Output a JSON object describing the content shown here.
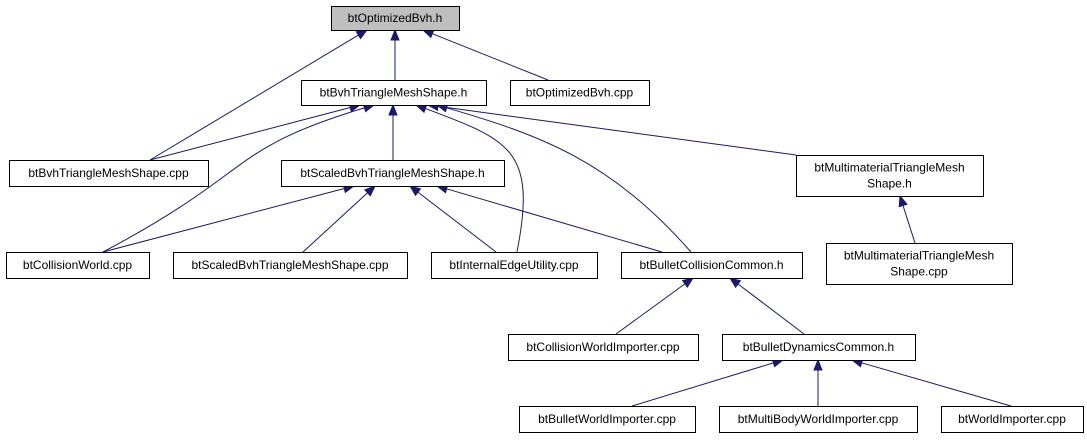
{
  "diagram": {
    "nodes": {
      "root": [
        "btOptimizedBvh.h"
      ],
      "bvh_h": [
        "btBvhTriangleMeshShape.h"
      ],
      "opt_cpp": [
        "btOptimizedBvh.cpp"
      ],
      "bvh_cpp": [
        "btBvhTriangleMeshShape.cpp"
      ],
      "scaled_h": [
        "btScaledBvhTriangleMeshShape.h"
      ],
      "multi_h": [
        "btMultimaterialTriangleMesh",
        "Shape.h"
      ],
      "cw_cpp": [
        "btCollisionWorld.cpp"
      ],
      "scaled_cpp": [
        "btScaledBvhTriangleMeshShape.cpp"
      ],
      "iedge_cpp": [
        "btInternalEdgeUtility.cpp"
      ],
      "bcc_h": [
        "btBulletCollisionCommon.h"
      ],
      "multi_cpp": [
        "btMultimaterialTriangleMesh",
        "Shape.cpp"
      ],
      "cwi_cpp": [
        "btCollisionWorldImporter.cpp"
      ],
      "bdc_h": [
        "btBulletDynamicsCommon.h"
      ],
      "bwi_cpp": [
        "btBulletWorldImporter.cpp"
      ],
      "mbwi_cpp": [
        "btMultiBodyWorldImporter.cpp"
      ],
      "wi_cpp": [
        "btWorldImporter.cpp"
      ]
    },
    "edges": [
      [
        "bvh_h",
        "root"
      ],
      [
        "opt_cpp",
        "root"
      ],
      [
        "bvh_cpp",
        "root"
      ],
      [
        "bvh_cpp",
        "bvh_h"
      ],
      [
        "scaled_h",
        "bvh_h"
      ],
      [
        "multi_h",
        "bvh_h"
      ],
      [
        "cw_cpp",
        "bvh_h"
      ],
      [
        "iedge_cpp",
        "bvh_h"
      ],
      [
        "bcc_h",
        "bvh_h"
      ],
      [
        "cw_cpp",
        "scaled_h"
      ],
      [
        "scaled_cpp",
        "scaled_h"
      ],
      [
        "iedge_cpp",
        "scaled_h"
      ],
      [
        "bcc_h",
        "scaled_h"
      ],
      [
        "multi_cpp",
        "multi_h"
      ],
      [
        "cwi_cpp",
        "bcc_h"
      ],
      [
        "bdc_h",
        "bcc_h"
      ],
      [
        "bwi_cpp",
        "bdc_h"
      ],
      [
        "mbwi_cpp",
        "bdc_h"
      ],
      [
        "wi_cpp",
        "bdc_h"
      ]
    ]
  }
}
